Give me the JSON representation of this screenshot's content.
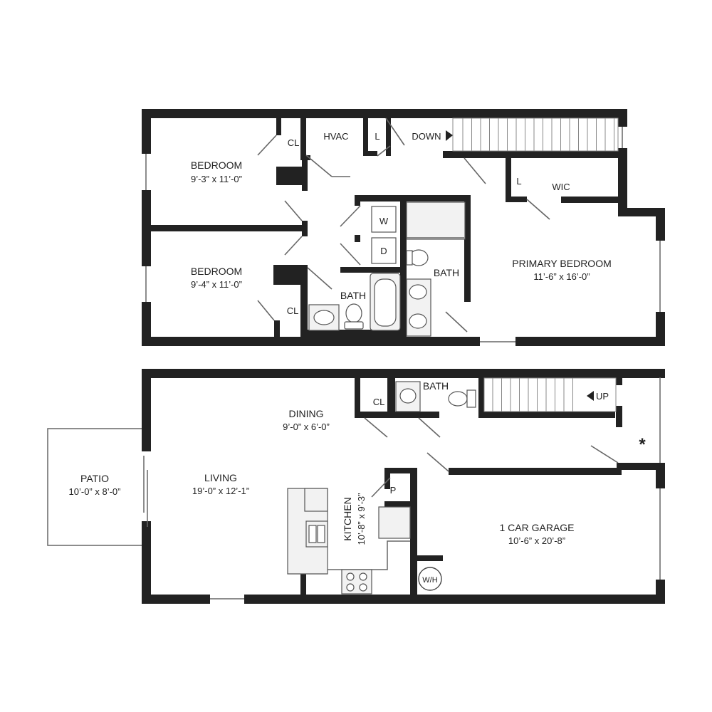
{
  "colors": {
    "wall": "#222222",
    "fixture": "#f2f2f2",
    "background": "#ffffff"
  },
  "upper_floor": {
    "rooms": {
      "bedroom_1": {
        "name": "BEDROOM",
        "size": "9’-3” x 11’-0”"
      },
      "bedroom_2": {
        "name": "BEDROOM",
        "size": "9’-4” x 11’-0”"
      },
      "primary_bedroom": {
        "name": "PRIMARY BEDROOM",
        "size": "11’-6” x 16’-0”"
      },
      "bath_1": {
        "name": "BATH"
      },
      "bath_2": {
        "name": "BATH"
      }
    },
    "labels": {
      "closet_1": "CL",
      "closet_2": "CL",
      "hvac": "HVAC",
      "linen_1": "L",
      "linen_2": "L",
      "wic": "WIC",
      "washer": "W",
      "dryer": "D",
      "stairs": "DOWN"
    }
  },
  "lower_floor": {
    "rooms": {
      "dining": {
        "name": "DINING",
        "size": "9’-0” x 6’-0”"
      },
      "living": {
        "name": "LIVING",
        "size": "19’-0” x 12’-1”"
      },
      "patio": {
        "name": "PATIO",
        "size": "10’-0” x 8’-0”"
      },
      "kitchen": {
        "name": "KITCHEN",
        "size": "10’-8” x 9’-3”"
      },
      "garage": {
        "name": "1 CAR GARAGE",
        "size": "10’-6” x 20’-8”"
      },
      "bath": {
        "name": "BATH"
      }
    },
    "labels": {
      "closet": "CL",
      "pantry": "P",
      "water_heater": "W/H",
      "stairs": "UP",
      "marker": "*"
    }
  }
}
